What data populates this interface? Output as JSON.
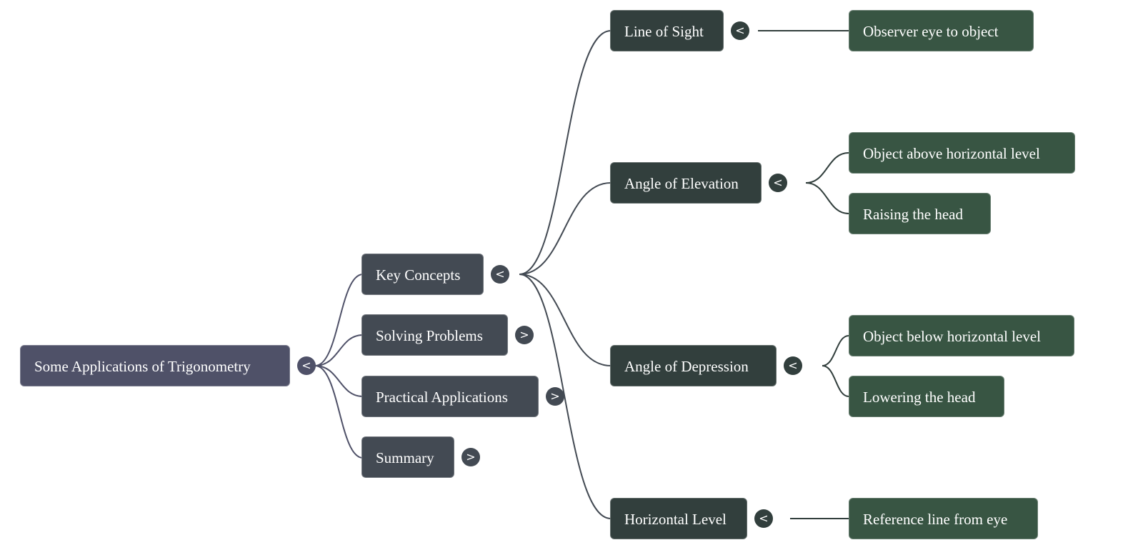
{
  "mindmap": {
    "root": {
      "label": "Some Applications of Trigonometry",
      "toggle": "<",
      "color": "#4f5168",
      "children": [
        {
          "label": "Key Concepts",
          "toggle": "<",
          "expanded": true,
          "color": "#434a53",
          "children": [
            {
              "label": "Line of Sight",
              "toggle": "<",
              "color": "#323f3d",
              "children": [
                {
                  "label": "Observer eye to object",
                  "color": "#385543"
                }
              ]
            },
            {
              "label": "Angle of Elevation",
              "toggle": "<",
              "color": "#323f3d",
              "children": [
                {
                  "label": "Object above horizontal level",
                  "color": "#385543"
                },
                {
                  "label": "Raising the head",
                  "color": "#385543"
                }
              ]
            },
            {
              "label": "Angle of Depression",
              "toggle": "<",
              "color": "#323f3d",
              "children": [
                {
                  "label": "Object below horizontal level",
                  "color": "#385543"
                },
                {
                  "label": "Lowering the head",
                  "color": "#385543"
                }
              ]
            },
            {
              "label": "Horizontal Level",
              "toggle": "<",
              "color": "#323f3d",
              "children": [
                {
                  "label": "Reference line from eye",
                  "color": "#385543"
                }
              ]
            }
          ]
        },
        {
          "label": "Solving Problems",
          "toggle": ">",
          "expanded": false,
          "color": "#434a53"
        },
        {
          "label": "Practical Applications",
          "toggle": ">",
          "expanded": false,
          "color": "#434a53"
        },
        {
          "label": "Summary",
          "toggle": ">",
          "expanded": false,
          "color": "#434a53"
        }
      ]
    },
    "link_colors": {
      "root": "#4f5168",
      "level1": "#434a53",
      "level2": "#323f3d"
    }
  }
}
